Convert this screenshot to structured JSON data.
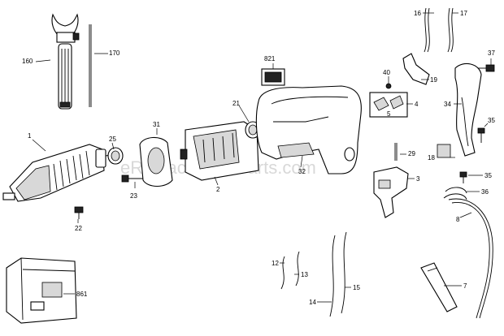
{
  "watermark": "eReplacementParts.com",
  "labels": {
    "p1": "1",
    "p2": "2",
    "p3": "3",
    "p4": "4",
    "p5": "5",
    "p7": "7",
    "p8": "8",
    "p12": "12",
    "p13": "13",
    "p14": "14",
    "p15": "15",
    "p16": "16",
    "p17": "17",
    "p18": "18",
    "p19": "19",
    "p21": "21",
    "p22": "22",
    "p23": "23",
    "p25": "25",
    "p29": "29",
    "p31": "31",
    "p32": "32",
    "p34": "34",
    "p35a": "35",
    "p35b": "35",
    "p36": "36",
    "p37": "37",
    "p40": "40",
    "p160": "160",
    "p170": "170",
    "p821": "821",
    "p861": "861"
  }
}
